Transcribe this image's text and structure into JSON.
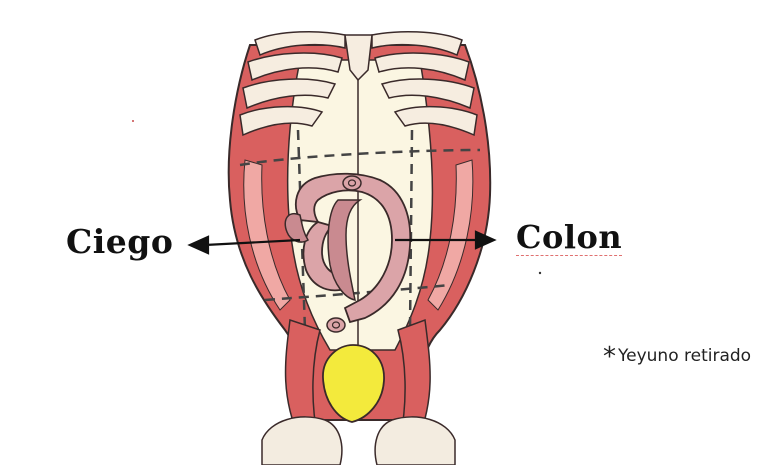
{
  "labels": {
    "ciego": "Ciego",
    "colon": "Colon",
    "note_marker": "*",
    "note_text": "Yeyuno retirado"
  },
  "colors": {
    "muscle": "#d9605f",
    "muscle_light": "#f0a8a4",
    "rib": "#f6ede0",
    "cavity": "#fbf6e2",
    "intestine": "#dba4a8",
    "intestine_dark": "#c98a90",
    "bladder": "#f3ea3c",
    "bone": "#f3ece0",
    "outline": "#3a2a2a"
  }
}
